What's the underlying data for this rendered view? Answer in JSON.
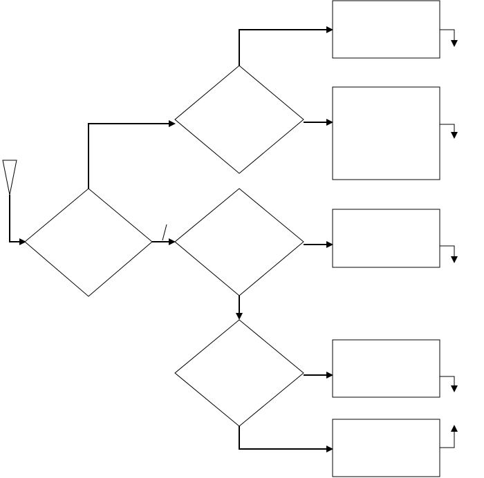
{
  "diagram": {
    "type": "flowchart",
    "start_marker": "triangle",
    "decisions": [
      {
        "id": "d1",
        "label": ""
      },
      {
        "id": "d2",
        "label": ""
      },
      {
        "id": "d3",
        "label": ""
      },
      {
        "id": "d4",
        "label": ""
      }
    ],
    "processes": [
      {
        "id": "p1",
        "label": ""
      },
      {
        "id": "p2",
        "label": ""
      },
      {
        "id": "p3",
        "label": ""
      },
      {
        "id": "p4",
        "label": ""
      },
      {
        "id": "p5",
        "label": ""
      }
    ],
    "exits": [
      {
        "from": "p1",
        "direction": "down"
      },
      {
        "from": "p2",
        "direction": "down"
      },
      {
        "from": "p3",
        "direction": "down"
      },
      {
        "from": "p4",
        "direction": "down"
      },
      {
        "from": "p5",
        "direction": "up"
      }
    ],
    "colors": {
      "stroke": "#000000",
      "fill": "#ffffff"
    }
  }
}
